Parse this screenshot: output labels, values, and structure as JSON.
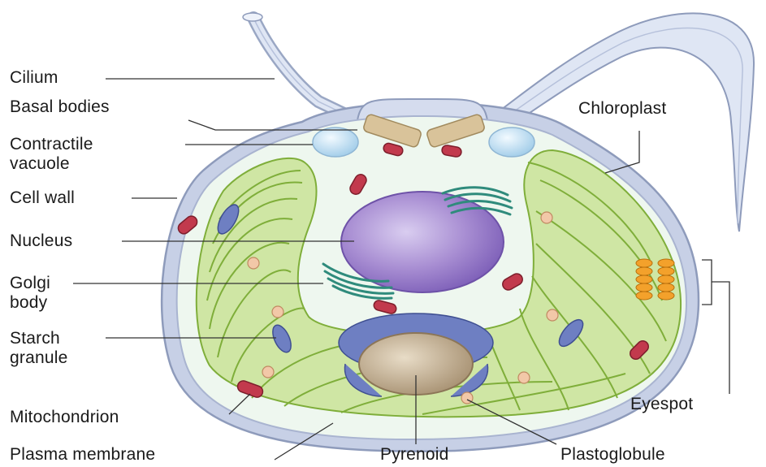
{
  "labels": {
    "cilium": "Cilium",
    "basal_bodies": "Basal bodies",
    "contractile_vacuole": "Contractile\nvacuole",
    "cell_wall": "Cell wall",
    "nucleus": "Nucleus",
    "golgi_body": "Golgi\nbody",
    "starch_granule": "Starch\ngranule",
    "mitochondrion": "Mitochondrion",
    "plasma_membrane": "Plasma membrane",
    "pyrenoid": "Pyrenoid",
    "plastoglobule": "Plastoglobule",
    "eyespot": "Eyespot",
    "chloroplast": "Chloroplast"
  },
  "colors": {
    "cell_wall": "#b9c3dd",
    "cytoplasm": "#eef7ef",
    "chloroplast": "#cfe6a4",
    "thylakoid": "#7fae3a",
    "nucleus": "#a98fd3",
    "pyrenoid": "#c9b79c",
    "starch": "#6e7fc2",
    "mitochondrion": "#c23a4d",
    "golgi": "#2f8b7c",
    "eyespot": "#f3a12b",
    "vacuole": "#bfe0f3",
    "basal_body": "#d9c39a",
    "leader_line": "#333333"
  }
}
